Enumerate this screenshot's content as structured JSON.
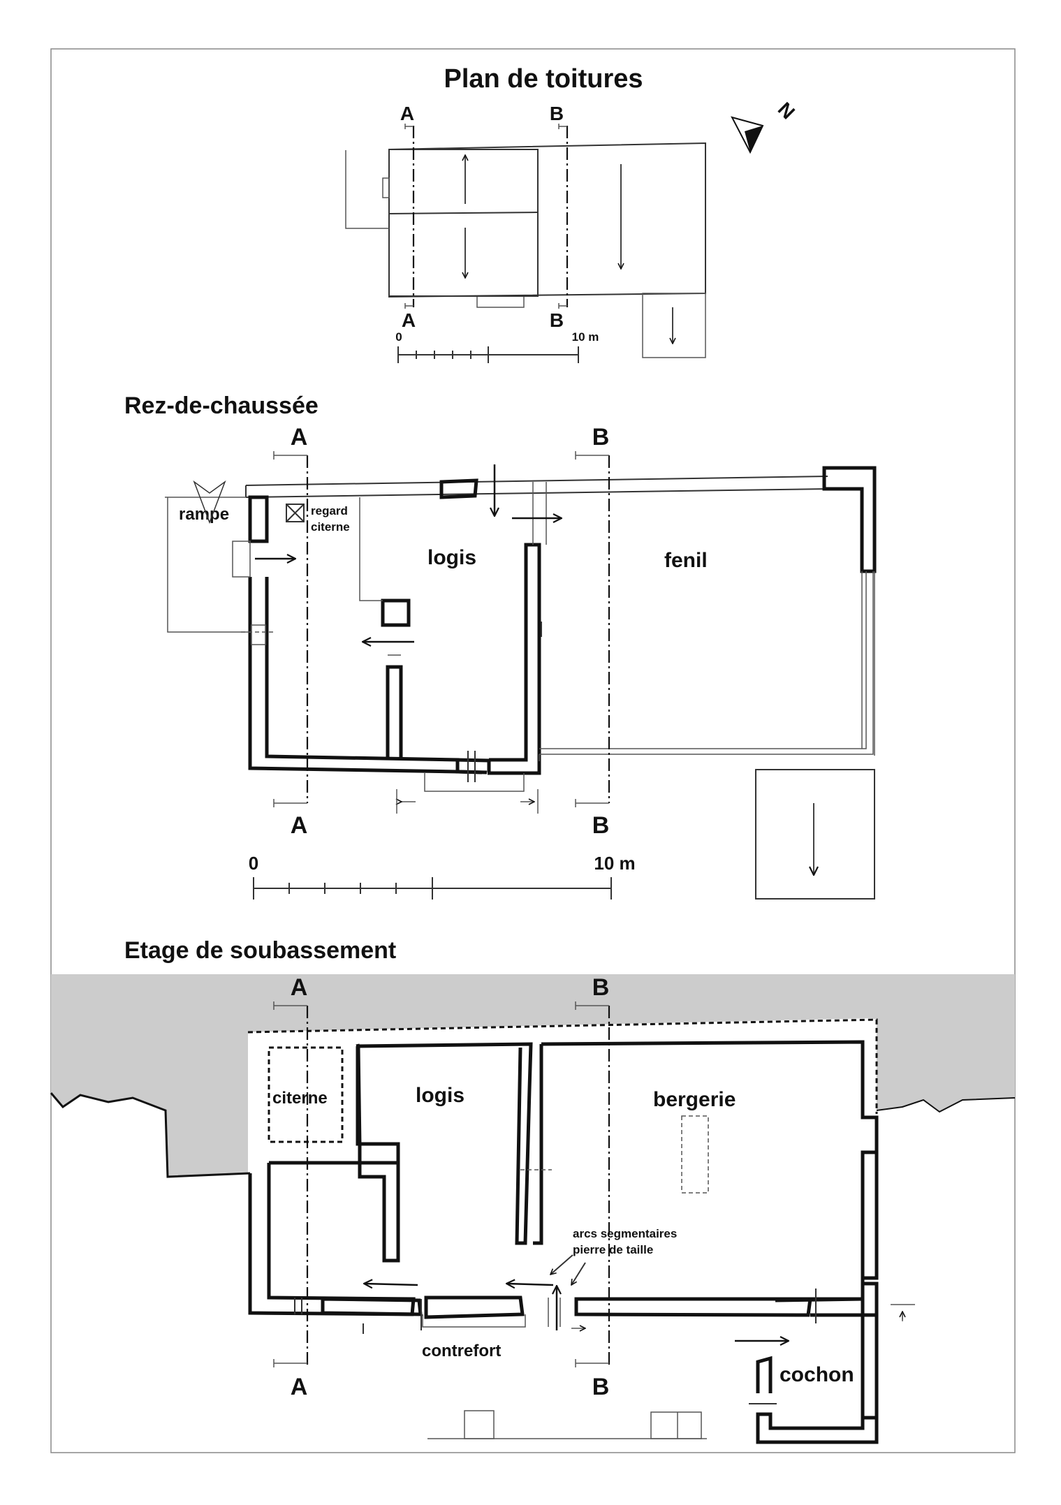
{
  "sections": {
    "roof_plan": "Plan de toitures",
    "ground_floor": "Rez-de-chaussée",
    "basement": "Etage de soubassement"
  },
  "cut_labels": {
    "a": "A",
    "b": "B"
  },
  "rooms": {
    "rampe": "rampe",
    "regard": "regard",
    "citerne_label": "citerne",
    "logis": "logis",
    "fenil": "fenil",
    "citerne": "citerne",
    "bergerie": "bergerie",
    "arcs_1": "arcs segmentaires",
    "arcs_2": "pierre de taille",
    "contrefort": "contrefort",
    "cochon": "cochon"
  },
  "scale": {
    "zero": "0",
    "ten": "10 m"
  },
  "north": "N",
  "colors": {
    "terrain": "#cccccc",
    "line": "#111111",
    "frame": "#888888"
  }
}
